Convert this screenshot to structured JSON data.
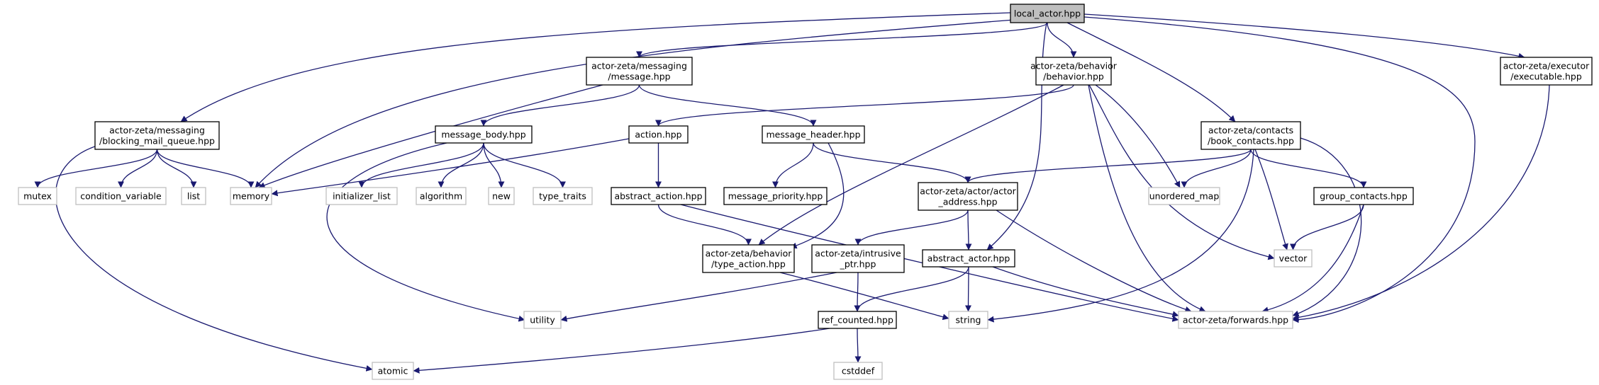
{
  "diagram": {
    "colors": {
      "edge": "#191970",
      "root_fill": "#bfbfbf",
      "project_border": "#000000",
      "system_border": "#bfbfbf",
      "box_fill": "#ffffff"
    },
    "nodes": {
      "local_actor": {
        "lines": [
          "local_actor.hpp"
        ],
        "kind": "root"
      },
      "messaging_message": {
        "lines": [
          "actor-zeta/messaging",
          "/message.hpp"
        ],
        "kind": "project"
      },
      "behavior": {
        "lines": [
          "actor-zeta/behavior",
          "/behavior.hpp"
        ],
        "kind": "project"
      },
      "executable": {
        "lines": [
          "actor-zeta/executor",
          "/executable.hpp"
        ],
        "kind": "project"
      },
      "blocking_queue": {
        "lines": [
          "actor-zeta/messaging",
          "/blocking_mail_queue.hpp"
        ],
        "kind": "project"
      },
      "message_body": {
        "lines": [
          "message_body.hpp"
        ],
        "kind": "project"
      },
      "action": {
        "lines": [
          "action.hpp"
        ],
        "kind": "project"
      },
      "message_header": {
        "lines": [
          "message_header.hpp"
        ],
        "kind": "project"
      },
      "book_contacts": {
        "lines": [
          "actor-zeta/contacts",
          "/book_contacts.hpp"
        ],
        "kind": "project"
      },
      "mutex": {
        "lines": [
          "mutex"
        ],
        "kind": "system"
      },
      "condition_variable": {
        "lines": [
          "condition_variable"
        ],
        "kind": "system"
      },
      "list": {
        "lines": [
          "list"
        ],
        "kind": "system"
      },
      "memory": {
        "lines": [
          "memory"
        ],
        "kind": "system"
      },
      "initializer_list": {
        "lines": [
          "initializer_list"
        ],
        "kind": "system"
      },
      "algorithm": {
        "lines": [
          "algorithm"
        ],
        "kind": "system"
      },
      "new": {
        "lines": [
          "new"
        ],
        "kind": "system"
      },
      "type_traits": {
        "lines": [
          "type_traits"
        ],
        "kind": "system"
      },
      "abstract_action": {
        "lines": [
          "abstract_action.hpp"
        ],
        "kind": "project"
      },
      "message_priority": {
        "lines": [
          "message_priority.hpp"
        ],
        "kind": "project"
      },
      "actor_address": {
        "lines": [
          "actor-zeta/actor/actor",
          "_address.hpp"
        ],
        "kind": "project"
      },
      "unordered_map": {
        "lines": [
          "unordered_map"
        ],
        "kind": "system"
      },
      "group_contacts": {
        "lines": [
          "group_contacts.hpp"
        ],
        "kind": "project"
      },
      "type_action": {
        "lines": [
          "actor-zeta/behavior",
          "/type_action.hpp"
        ],
        "kind": "project"
      },
      "intrusive_ptr": {
        "lines": [
          "actor-zeta/intrusive",
          "_ptr.hpp"
        ],
        "kind": "project"
      },
      "abstract_actor": {
        "lines": [
          "abstract_actor.hpp"
        ],
        "kind": "project"
      },
      "vector": {
        "lines": [
          "vector"
        ],
        "kind": "system"
      },
      "utility": {
        "lines": [
          "utility"
        ],
        "kind": "system"
      },
      "string": {
        "lines": [
          "string"
        ],
        "kind": "system"
      },
      "forwards": {
        "lines": [
          "actor-zeta/forwards.hpp"
        ],
        "kind": "system"
      },
      "ref_counted": {
        "lines": [
          "ref_counted.hpp"
        ],
        "kind": "project"
      },
      "atomic": {
        "lines": [
          "atomic"
        ],
        "kind": "system"
      },
      "cstddef": {
        "lines": [
          "cstddef"
        ],
        "kind": "system"
      }
    },
    "edges": [
      [
        "local_actor",
        "blocking_queue"
      ],
      [
        "local_actor",
        "memory"
      ],
      [
        "local_actor",
        "messaging_message"
      ],
      [
        "local_actor",
        "behavior"
      ],
      [
        "local_actor",
        "abstract_actor"
      ],
      [
        "local_actor",
        "book_contacts"
      ],
      [
        "local_actor",
        "executable"
      ],
      [
        "local_actor",
        "forwards"
      ],
      [
        "blocking_queue",
        "mutex"
      ],
      [
        "blocking_queue",
        "condition_variable"
      ],
      [
        "blocking_queue",
        "list"
      ],
      [
        "blocking_queue",
        "memory"
      ],
      [
        "blocking_queue",
        "atomic"
      ],
      [
        "messaging_message",
        "memory"
      ],
      [
        "messaging_message",
        "message_body"
      ],
      [
        "messaging_message",
        "message_header"
      ],
      [
        "message_body",
        "initializer_list"
      ],
      [
        "message_body",
        "algorithm"
      ],
      [
        "message_body",
        "new"
      ],
      [
        "message_body",
        "type_traits"
      ],
      [
        "message_body",
        "utility"
      ],
      [
        "behavior",
        "action"
      ],
      [
        "behavior",
        "type_action"
      ],
      [
        "behavior",
        "unordered_map"
      ],
      [
        "behavior",
        "vector"
      ],
      [
        "behavior",
        "forwards"
      ],
      [
        "action",
        "memory"
      ],
      [
        "action",
        "abstract_action"
      ],
      [
        "abstract_action",
        "type_action"
      ],
      [
        "abstract_action",
        "forwards"
      ],
      [
        "message_header",
        "message_priority"
      ],
      [
        "message_header",
        "actor_address"
      ],
      [
        "message_header",
        "type_action"
      ],
      [
        "book_contacts",
        "actor_address"
      ],
      [
        "book_contacts",
        "unordered_map"
      ],
      [
        "book_contacts",
        "group_contacts"
      ],
      [
        "book_contacts",
        "vector"
      ],
      [
        "book_contacts",
        "string"
      ],
      [
        "book_contacts",
        "forwards"
      ],
      [
        "actor_address",
        "intrusive_ptr"
      ],
      [
        "actor_address",
        "abstract_actor"
      ],
      [
        "actor_address",
        "forwards"
      ],
      [
        "intrusive_ptr",
        "ref_counted"
      ],
      [
        "intrusive_ptr",
        "utility"
      ],
      [
        "abstract_actor",
        "ref_counted"
      ],
      [
        "abstract_actor",
        "string"
      ],
      [
        "abstract_actor",
        "forwards"
      ],
      [
        "type_action",
        "string"
      ],
      [
        "group_contacts",
        "vector"
      ],
      [
        "group_contacts",
        "forwards"
      ],
      [
        "ref_counted",
        "atomic"
      ],
      [
        "ref_counted",
        "cstddef"
      ],
      [
        "executable",
        "forwards"
      ]
    ]
  }
}
